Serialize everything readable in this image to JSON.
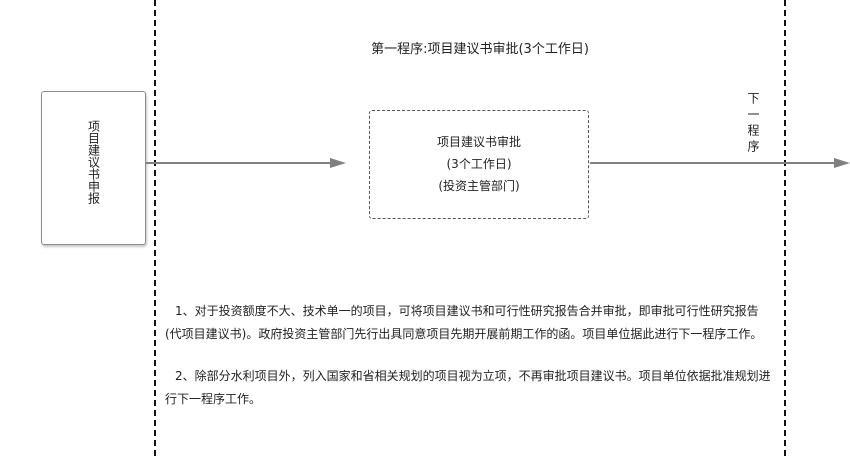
{
  "stage_title": "第一程序:项目建议书审批(3个工作日)",
  "submit_box": {
    "label": "项目建议书申报"
  },
  "review_box": {
    "line1": "项目建议书审批",
    "line2": "(3个工作日)",
    "line3": "(投资主管部门)"
  },
  "next_stage_label": "下一程序",
  "notes": [
    "1、对于投资额度不大、技术单一的项目，可将项目建议书和可行性研究报告合并审批，即审批可行性研究报告(代项目建议书)。政府投资主管部门先行出具同意项目先期开展前期工作的函。项目单位据此进行下一程序工作。",
    "2、除部分水利项目外，列入国家和省相关规划的项目视为立项，不再审批项目建议书。项目单位依据批准规划进行下一程序工作。"
  ],
  "colors": {
    "divider": "#111111",
    "arrow": "#808080",
    "box_border": "#8c8c8c"
  }
}
